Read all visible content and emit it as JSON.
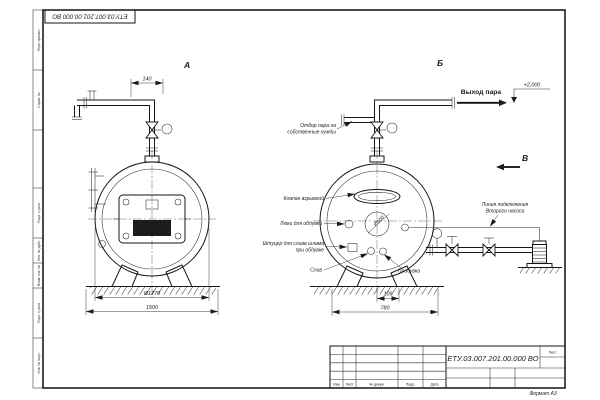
{
  "palette": {
    "paper": "#ffffff",
    "ink": "#1a1a1a"
  },
  "doc": {
    "number": "ЕТУ.03.007.201.00.000 ВО",
    "stamp_number": "ЕТУ.03.007.201.00.000 ВО",
    "format_note": "Формат А3",
    "sheet_label": "Лист"
  },
  "title_block": {
    "cols": [
      "Изм",
      "Лист",
      "№ докум.",
      "Подп.",
      "Дата"
    ]
  },
  "margin": [
    "Перв. примен.",
    "Справ. №",
    "Подп. и дата",
    "Инв. № дубл.",
    "Взам. инв. №",
    "Подп. и дата",
    "Инв. № подл."
  ],
  "views": {
    "a": "А",
    "b": "Б",
    "v": "В"
  },
  "dims": {
    "a_top": "140",
    "a_dia": "Ø1270",
    "a_width": "1500",
    "b_offset": "105",
    "b_width": "780",
    "b_center": "Ø500",
    "elevation": "+2,000"
  },
  "ann": {
    "steam_out": "Выход пара",
    "own_1": "Отбор пара на",
    "own_2": "собственные нужды",
    "explosion": "Клапан взрывной",
    "hatches": "Люки для обдувки",
    "sludge_1": "Штуцер для слива шлама",
    "sludge_2": "при обдувке",
    "drain": "Слив",
    "blowdown": "Продувка",
    "pump_1": "Линия подключения",
    "pump_2": "Второго насоса"
  }
}
